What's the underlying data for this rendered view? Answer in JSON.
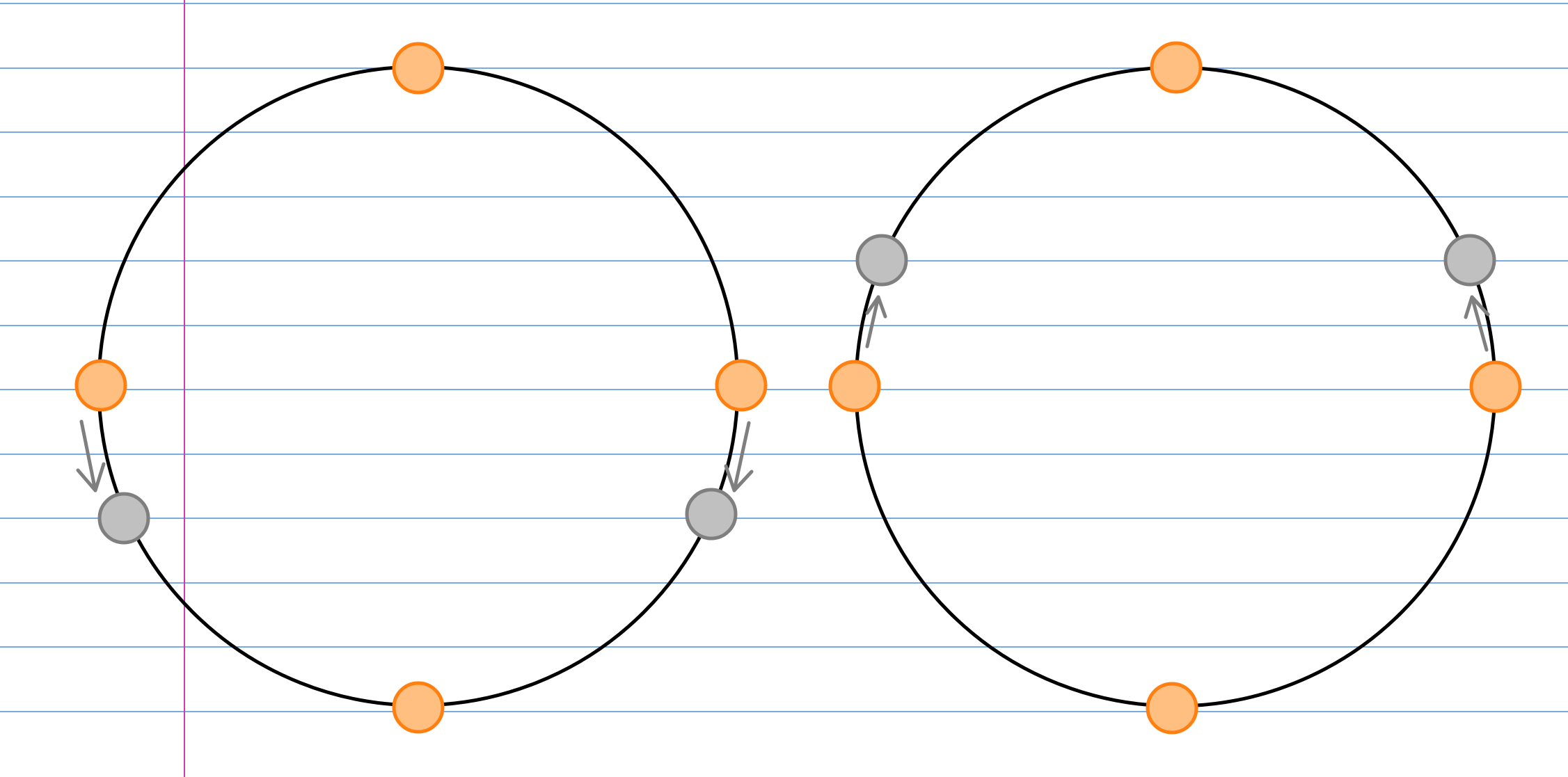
{
  "diagrams": [
    {
      "name": "left-circle",
      "anchor_points": [
        "top",
        "left",
        "right",
        "bottom"
      ],
      "moved_points": [
        "left-lower",
        "right-lower"
      ],
      "motion": "down"
    },
    {
      "name": "right-circle",
      "anchor_points": [
        "top",
        "left",
        "right",
        "bottom"
      ],
      "moved_points": [
        "left-upper",
        "right-upper"
      ],
      "motion": "up"
    }
  ],
  "colors": {
    "rule_lines": "#4a90d9",
    "margin_line": "#d63aa8",
    "circle_stroke": "#000000",
    "anchor_fill": "#ffbf80",
    "anchor_stroke": "#ff8010",
    "moved_fill": "#c0c0c0",
    "moved_stroke": "#7f7f7f",
    "arrow_stroke": "#7f7f7f"
  }
}
